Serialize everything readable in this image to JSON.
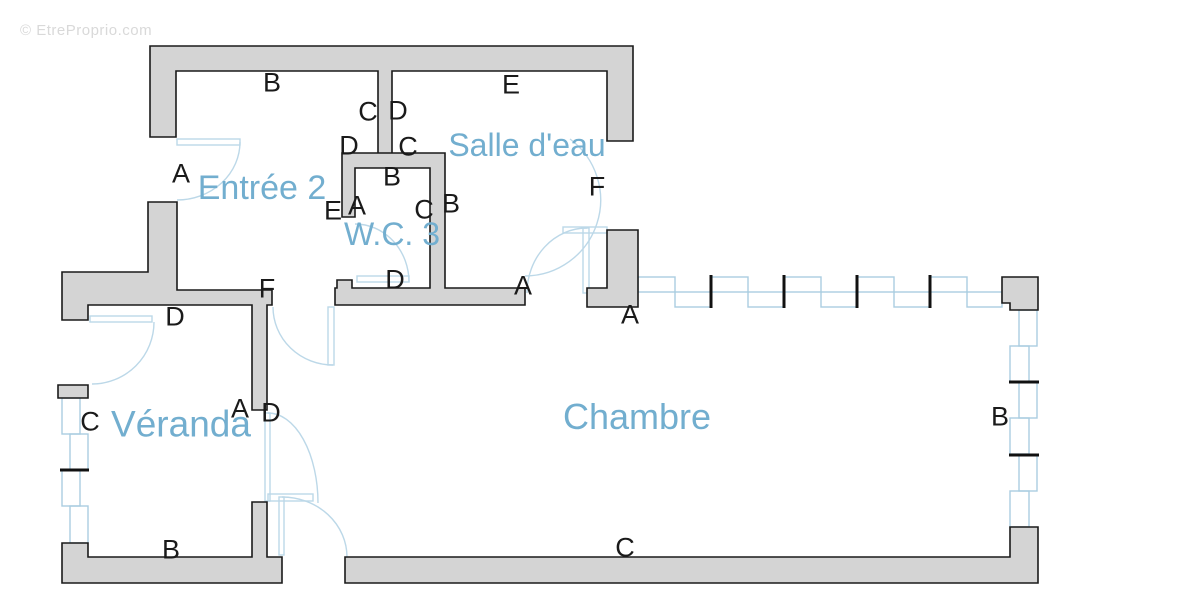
{
  "watermark": {
    "text": "© EtreProprio.com"
  },
  "rooms": {
    "entree": {
      "label": "Entrée 2"
    },
    "salle_deau": {
      "label": "Salle d'eau"
    },
    "wc": {
      "label": "W.C. 3"
    },
    "veranda": {
      "label": "Véranda"
    },
    "chambre": {
      "label": "Chambre"
    }
  },
  "wall_labels": [
    {
      "text": "B",
      "wall": "entree-top"
    },
    {
      "text": "E",
      "wall": "salle-deau-top"
    },
    {
      "text": "C",
      "wall": "mid-column-left"
    },
    {
      "text": "D",
      "wall": "mid-column-right"
    },
    {
      "text": "D",
      "wall": "wc-top-left"
    },
    {
      "text": "C",
      "wall": "wc-top-right"
    },
    {
      "text": "A",
      "wall": "entree-left-door"
    },
    {
      "text": "E",
      "wall": "wc-left-end"
    },
    {
      "text": "A",
      "wall": "wc-left-inner"
    },
    {
      "text": "B",
      "wall": "wc-inner-top"
    },
    {
      "text": "C",
      "wall": "wc-right-inner"
    },
    {
      "text": "B",
      "wall": "wc-right-outer"
    },
    {
      "text": "F",
      "wall": "salle-deau-door"
    },
    {
      "text": "D",
      "wall": "wc-bottom-door"
    },
    {
      "text": "A",
      "wall": "wc-bottom-wall-end"
    },
    {
      "text": "F",
      "wall": "entree-band-end"
    },
    {
      "text": "D",
      "wall": "veranda-top-wall"
    },
    {
      "text": "A",
      "wall": "chambre-entry-block"
    },
    {
      "text": "A",
      "wall": "veranda-right-wall-end"
    },
    {
      "text": "D",
      "wall": "veranda-right-door"
    },
    {
      "text": "C",
      "wall": "veranda-left-wall"
    },
    {
      "text": "B",
      "wall": "chambre-right-wall"
    },
    {
      "text": "B",
      "wall": "veranda-bottom-wall"
    },
    {
      "text": "C",
      "wall": "chambre-bottom-wall"
    }
  ],
  "colors": {
    "wall_fill": "#d4d4d4",
    "wall_outline": "#1a1a1a",
    "room_label": "#72aecf",
    "door_window": "#bcd8e8",
    "window_glass": "#aacde0",
    "tick": "#111111",
    "watermark": "#d9d9d9"
  }
}
